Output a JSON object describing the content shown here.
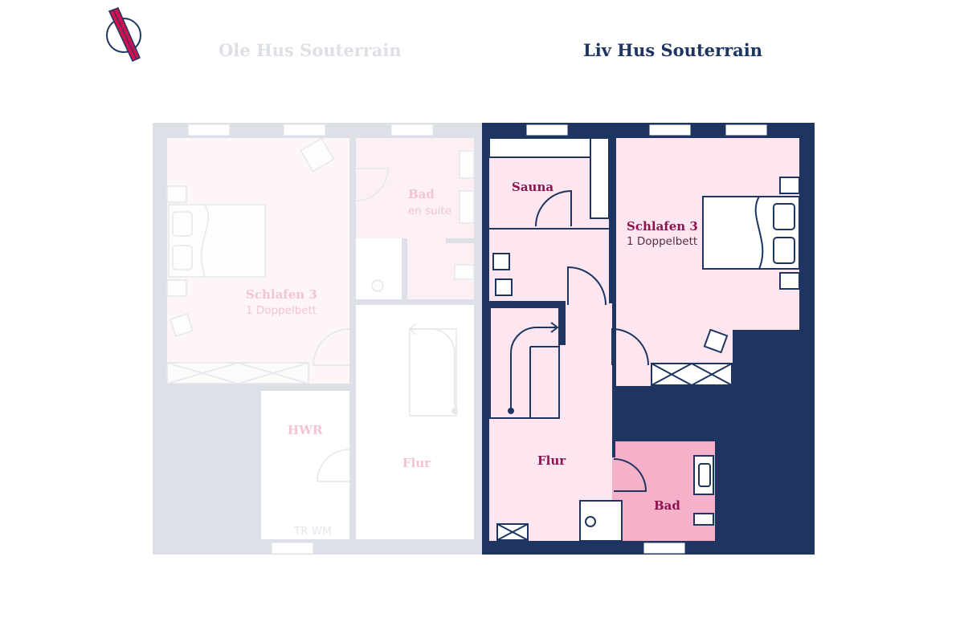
{
  "headings": {
    "left": "Ole Hus Souterrain",
    "right": "Liv Hus Souterrain"
  },
  "colors": {
    "wall_dark": "#1e3561",
    "wall_faded": "#dde0e6",
    "room_pink_light": "#fde6ef",
    "room_pink_strong": "#f6b1ca",
    "label_dark": "#8b1450",
    "label_faded": "#f2c3d3",
    "compass_accent": "#d1114f"
  },
  "left_plan": {
    "rooms": {
      "bad": {
        "name": "Bad",
        "sub": "en suite"
      },
      "schlafen": {
        "name": "Schlafen 3",
        "sub": "1 Doppelbett"
      },
      "hwr": {
        "name": "HWR",
        "sub": "TR  WM"
      },
      "flur": {
        "name": "Flur"
      }
    }
  },
  "right_plan": {
    "rooms": {
      "sauna": {
        "name": "Sauna"
      },
      "schlafen": {
        "name": "Schlafen 3",
        "sub": "1 Doppelbett"
      },
      "flur": {
        "name": "Flur"
      },
      "bad": {
        "name": "Bad"
      }
    }
  }
}
